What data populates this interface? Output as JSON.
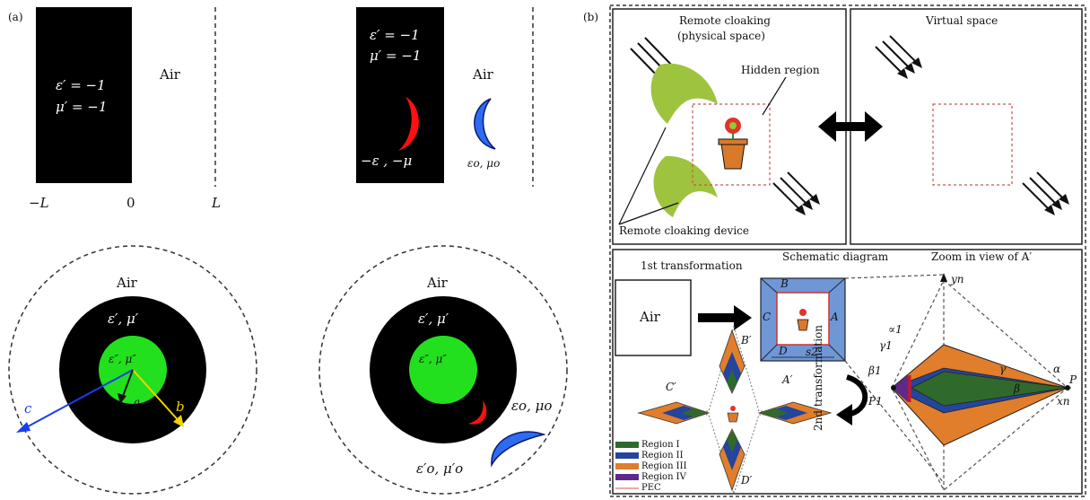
{
  "panel_a": {
    "label": "(a)",
    "slab": {
      "eps": "ε′ = −1",
      "mu": "μ′ = −1",
      "air": "Air",
      "tick_neg_L": "−L",
      "tick_zero": "0",
      "tick_L": "L"
    },
    "remote_slab": {
      "eps": "ε′ = −1",
      "mu": "μ′ = −1",
      "crescent_label": "−ε , −μ",
      "air": "Air",
      "object_label": "εo, μo"
    },
    "cyl_left": {
      "air": "Air",
      "shell": "ε′, μ′",
      "core": "ε″, μ″",
      "alpha": "a",
      "b": "b",
      "c": "c"
    },
    "cyl_right": {
      "air": "Air",
      "shell": "ε′, μ′",
      "core": "ε″, μ″",
      "object": "εo, μo",
      "outer": "ε′o, μ′o"
    },
    "colors": {
      "black": "#000000",
      "green": "#22e01e",
      "red": "#ff1010",
      "blue": "#2d6cf0",
      "arrow_blue": "#1a3df0",
      "arrow_yellow": "#f2d400"
    }
  },
  "panel_b": {
    "label": "(b)",
    "top_left": {
      "title_line1": "Remote cloaking",
      "title_line2": "(physical space)",
      "hidden_region": "Hidden region",
      "device": "Remote cloaking device"
    },
    "top_right": {
      "title": "Virtual space"
    },
    "bottom": {
      "first_transformation": "1st transformation",
      "schematic": "Schematic diagram",
      "zoom": "Zoom in view of A′",
      "air": "Air",
      "B": "B",
      "C": "C",
      "A": "A",
      "D": "D",
      "s2": "s2",
      "B_prime": "B′",
      "A_prime": "A′",
      "C_prime": "C′",
      "D_prime": "D′",
      "second_transformation": "2nd transformation",
      "yn": "yn",
      "xn": "xn",
      "P": "P",
      "P1": "P1",
      "alpha": "α",
      "beta": "β",
      "beta1": "β1",
      "gamma": "γ",
      "gamma1": "γ1",
      "inf1": "∝1"
    },
    "legend": [
      {
        "label": "Region I",
        "color": "#2f6a2c"
      },
      {
        "label": "Region II",
        "color": "#25449c"
      },
      {
        "label": "Region III",
        "color": "#e07e2c"
      },
      {
        "label": "Region IV",
        "color": "#5e2a8a"
      },
      {
        "label": "PEC",
        "color": "#f0a8a8"
      }
    ],
    "colors": {
      "leaf_green": "#9ec33f",
      "schematic_blue": "#6f97d6",
      "region1": "#2f6a2c",
      "region2": "#25449c",
      "region3": "#e07e2c",
      "region4": "#5e2a8a",
      "pec": "#d9141c"
    }
  }
}
